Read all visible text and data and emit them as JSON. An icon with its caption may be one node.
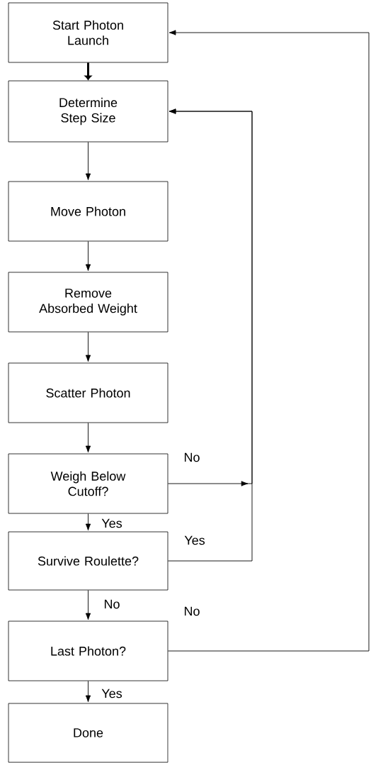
{
  "diagram": {
    "nodes": [
      {
        "text": [
          "Start Photon Launch"
        ]
      },
      {
        "text": [
          "Determine Step Size"
        ]
      },
      {
        "text": [
          "Move Photon"
        ]
      },
      {
        "text": [
          "Remove Absorbed Weight"
        ]
      },
      {
        "text": [
          "Scatter Photon"
        ]
      },
      {
        "text": [
          "Weigh Below Cutoff?"
        ]
      },
      {
        "text": [
          "Survive Roulette?"
        ]
      },
      {
        "text": [
          "Last Photon?"
        ]
      },
      {
        "text": [
          "Done"
        ]
      }
    ],
    "edges": [
      {
        "from": 0,
        "to": 1,
        "arrow": "to",
        "style": "thick"
      },
      {
        "from": 1,
        "to": 2,
        "arrow": "to"
      },
      {
        "from": 2,
        "to": 3,
        "arrow": "to"
      },
      {
        "from": 3,
        "to": 4,
        "arrow": "to"
      },
      {
        "from": 4,
        "to": 5,
        "arrow": "to"
      },
      {
        "from": 5,
        "to": 6,
        "arrow": "to",
        "label": "Yes"
      },
      {
        "from": 6,
        "to": 7,
        "arrow": "to",
        "label": "No"
      },
      {
        "from": 7,
        "to": 8,
        "arrow": "to",
        "label": "Yes"
      },
      {
        "from": 5,
        "to": 1,
        "arrow": "to",
        "label": "No"
      },
      {
        "from": 6,
        "to": 1,
        "arrow": "to",
        "label": "Yes"
      },
      {
        "from": 7,
        "to": 0,
        "arrow": "to",
        "label": "No"
      }
    ]
  }
}
